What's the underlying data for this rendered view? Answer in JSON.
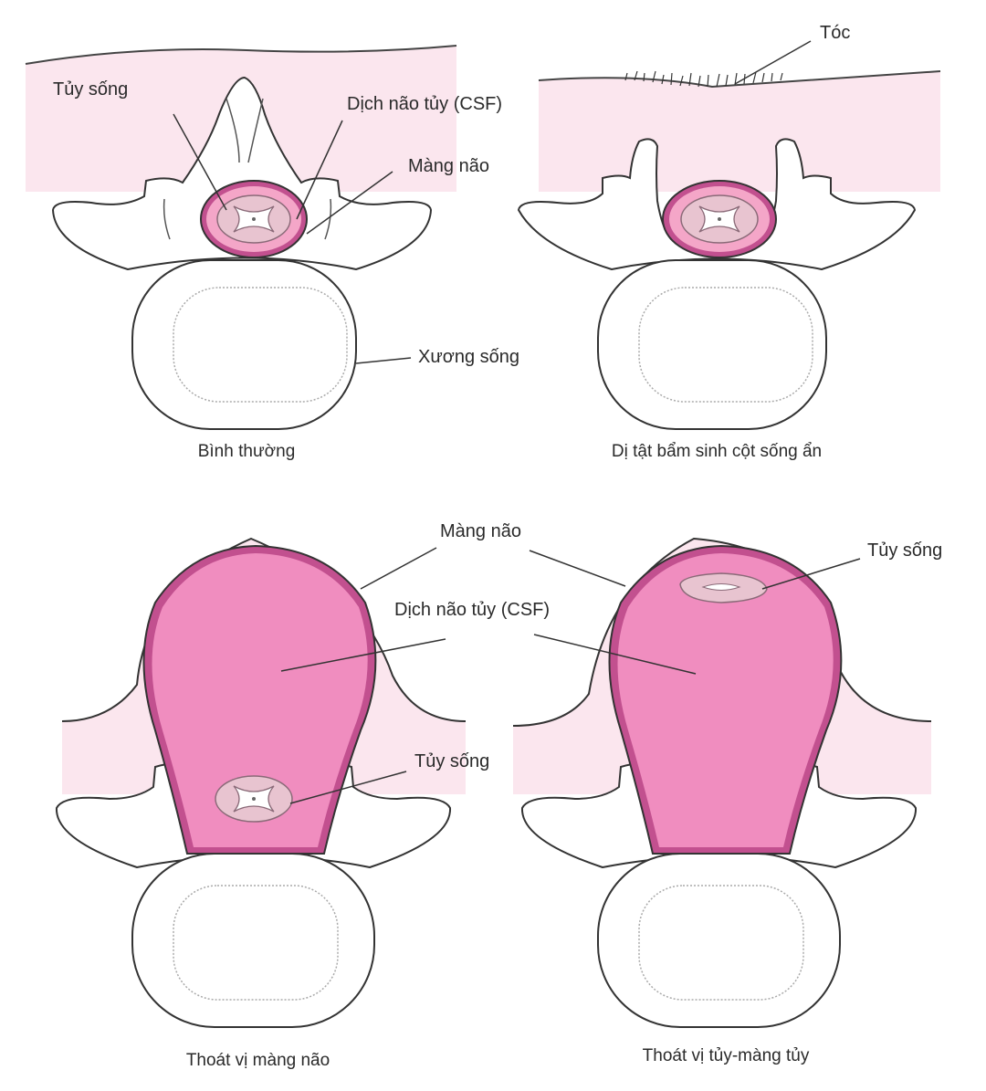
{
  "panels": {
    "normal": {
      "caption": "Bình thường",
      "labels": {
        "spinal_cord": "Tủy sống",
        "csf": "Dịch não tủy (CSF)",
        "meninges": "Màng não",
        "vertebra": "Xương sống"
      }
    },
    "occulta": {
      "caption": "Dị tật bẩm sinh cột sống ẩn",
      "labels": {
        "hair": "Tóc"
      }
    },
    "meningocele": {
      "caption": "Thoát vị màng não",
      "labels": {
        "meninges": "Màng não",
        "csf": "Dịch não tủy (CSF)",
        "spinal_cord": "Tủy sống"
      }
    },
    "myelomeningocele": {
      "caption": "Thoát vị tủy-màng tủy",
      "labels": {
        "spinal_cord": "Tủy sống"
      }
    }
  },
  "colors": {
    "skin": "#fbe6ee",
    "sac_fill": "#f08dbf",
    "membrane": "#b44a84",
    "cord": "#e8c4d0",
    "outline": "#333333"
  }
}
